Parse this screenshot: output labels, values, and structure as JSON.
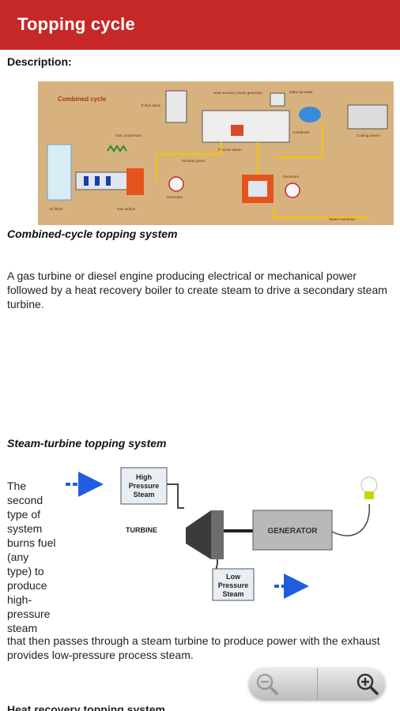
{
  "appbar": {
    "title": "Topping cycle"
  },
  "description_label": "Description:",
  "diagram1": {
    "title": "Combined cycle",
    "labels": {
      "flue_stack": "To flue stack",
      "heat_recovery": "Heat recovery steam generator",
      "makeup_water": "Make-up water",
      "condenser": "Condenser",
      "cooling_towers": "Cooling towers",
      "gas_compressor": "Gas compressor",
      "exhaust_gases": "Exhaust gases",
      "process_steam": "Process steam",
      "generator": "Generator",
      "generator2": "Generator",
      "air_filters": "Air filters",
      "gas_turbine": "Gas turbine",
      "steam_extraction": "Steam extraction"
    },
    "colors": {
      "background": "#d7b27f",
      "accent": "#c62828",
      "pipe": "#f5c400"
    }
  },
  "caption1": "Combined-cycle topping system",
  "para1": "A gas turbine or diesel engine producing electrical or mechanical power followed by a heat recovery boiler to create steam to drive a secondary steam turbine.",
  "caption2": "Steam-turbine topping system",
  "diagram2": {
    "high_pressure": [
      "High",
      "Pressure",
      "Steam"
    ],
    "turbine": "TURBINE",
    "generator": "GENERATOR",
    "low_pressure": [
      "Low",
      "Pressure",
      "Steam"
    ]
  },
  "para2_narrow": "The second type of system burns fuel (any type) to produce high-pressure steam",
  "para2_rest": "that then passes through a steam turbine to produce power with the exhaust provides low-pressure process steam.",
  "zoom": {
    "out_icon": "zoom-out-icon",
    "in_icon": "zoom-in-icon"
  },
  "next_section_partial": "Heat recovery topping system"
}
